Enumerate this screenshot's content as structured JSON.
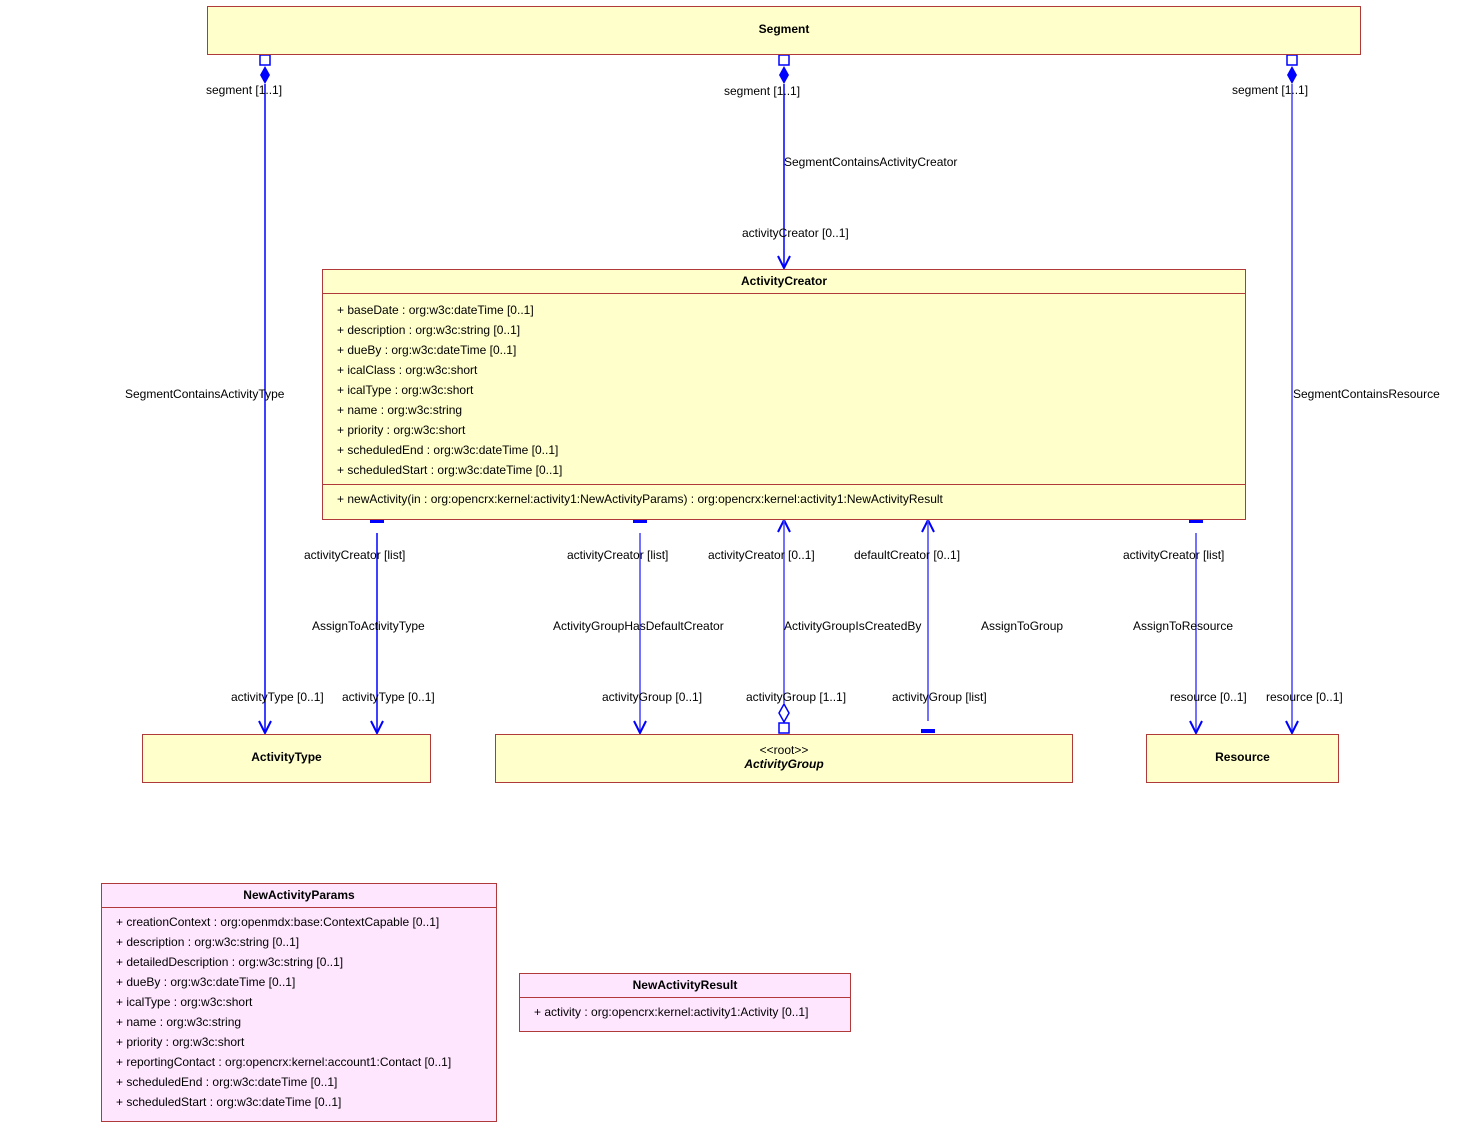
{
  "classes": {
    "segment": {
      "name": "Segment"
    },
    "activity_creator": {
      "name": "ActivityCreator",
      "attributes": [
        "+ baseDate : org:w3c:dateTime [0..1]",
        "+ description : org:w3c:string [0..1]",
        "+ dueBy : org:w3c:dateTime [0..1]",
        "+ icalClass : org:w3c:short",
        "+ icalType : org:w3c:short",
        "+ name : org:w3c:string",
        "+ priority : org:w3c:short",
        "+ scheduledEnd : org:w3c:dateTime [0..1]",
        "+ scheduledStart : org:w3c:dateTime [0..1]"
      ],
      "operations": [
        "+ newActivity(in : org:opencrx:kernel:activity1:NewActivityParams) : org:opencrx:kernel:activity1:NewActivityResult"
      ]
    },
    "activity_type": {
      "name": "ActivityType"
    },
    "activity_group": {
      "stereotype": "<<root>>",
      "name": "ActivityGroup"
    },
    "resource": {
      "name": "Resource"
    },
    "new_activity_params": {
      "name": "NewActivityParams",
      "attributes": [
        "+ creationContext : org:openmdx:base:ContextCapable [0..1]",
        "+ description : org:w3c:string [0..1]",
        "+ detailedDescription : org:w3c:string [0..1]",
        "+ dueBy : org:w3c:dateTime [0..1]",
        "+ icalType : org:w3c:short",
        "+ name : org:w3c:string",
        "+ priority : org:w3c:short",
        "+ reportingContact : org:opencrx:kernel:account1:Contact [0..1]",
        "+ scheduledEnd : org:w3c:dateTime [0..1]",
        "+ scheduledStart : org:w3c:dateTime [0..1]"
      ]
    },
    "new_activity_result": {
      "name": "NewActivityResult",
      "attributes": [
        "+ activity : org:opencrx:kernel:activity1:Activity [0..1]"
      ]
    }
  },
  "associations": {
    "seg_activity_type": {
      "name": "SegmentContainsActivityType",
      "source_role": "segment [1..1]",
      "target_role": "activityType [0..1]"
    },
    "seg_activity_creator": {
      "name": "SegmentContainsActivityCreator",
      "source_role": "segment [1..1]",
      "target_role": "activityCreator [0..1]"
    },
    "seg_resource": {
      "name": "SegmentContainsResource",
      "source_role": "segment [1..1]",
      "target_role": "resource [0..1]"
    },
    "assign_activity_type": {
      "name": "AssignToActivityType",
      "source_role": "activityCreator [list]",
      "target_role": "activityType [0..1]"
    },
    "group_default_creator": {
      "name": "ActivityGroupHasDefaultCreator",
      "source_role": "activityCreator [list]",
      "target_role": "activityGroup [0..1]"
    },
    "group_created_by": {
      "name": "ActivityGroupIsCreatedBy",
      "source_role": "activityCreator [0..1]",
      "target_role": "activityGroup [1..1]"
    },
    "assign_group": {
      "name": "AssignToGroup",
      "source_role": "defaultCreator [0..1]",
      "target_role": "activityGroup [list]"
    },
    "assign_resource": {
      "name": "AssignToResource",
      "source_role": "activityCreator [list]",
      "target_role": "resource [0..1]"
    }
  },
  "colors": {
    "class_fill": "#ffffcc",
    "struct_fill": "#ffe6ff",
    "class_border": "#b03a3a",
    "association_line": "#0000ff"
  }
}
